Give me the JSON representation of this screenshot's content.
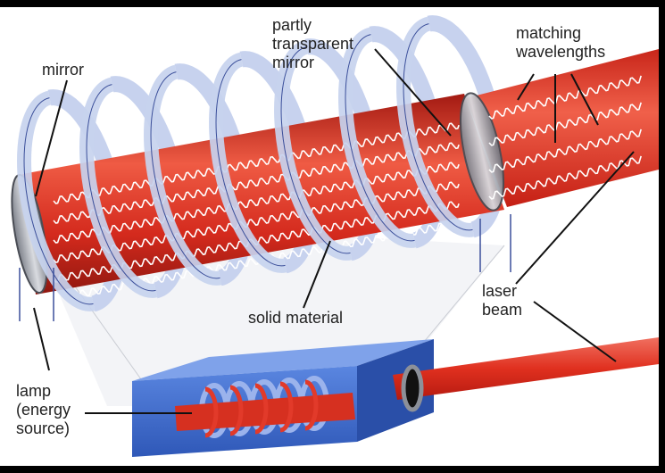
{
  "labels": {
    "mirror": "mirror",
    "partly_transparent_mirror": [
      "partly",
      "transparent",
      "mirror"
    ],
    "matching_wavelengths": [
      "matching",
      "wavelengths"
    ],
    "solid_material": "solid material",
    "laser_beam": [
      "laser",
      "beam"
    ],
    "lamp": [
      "lamp",
      "(energy",
      "source)"
    ]
  },
  "colors": {
    "rod_red": "#d9291c",
    "beam_red": "#e23a2a",
    "coil_blue": "#c7d2ee",
    "coil_edge": "#3b4f9a",
    "box_blue": "#3e6fd1",
    "mirror_gray": "#9a9ea8",
    "wave": "#ffffff",
    "line": "#111111"
  }
}
